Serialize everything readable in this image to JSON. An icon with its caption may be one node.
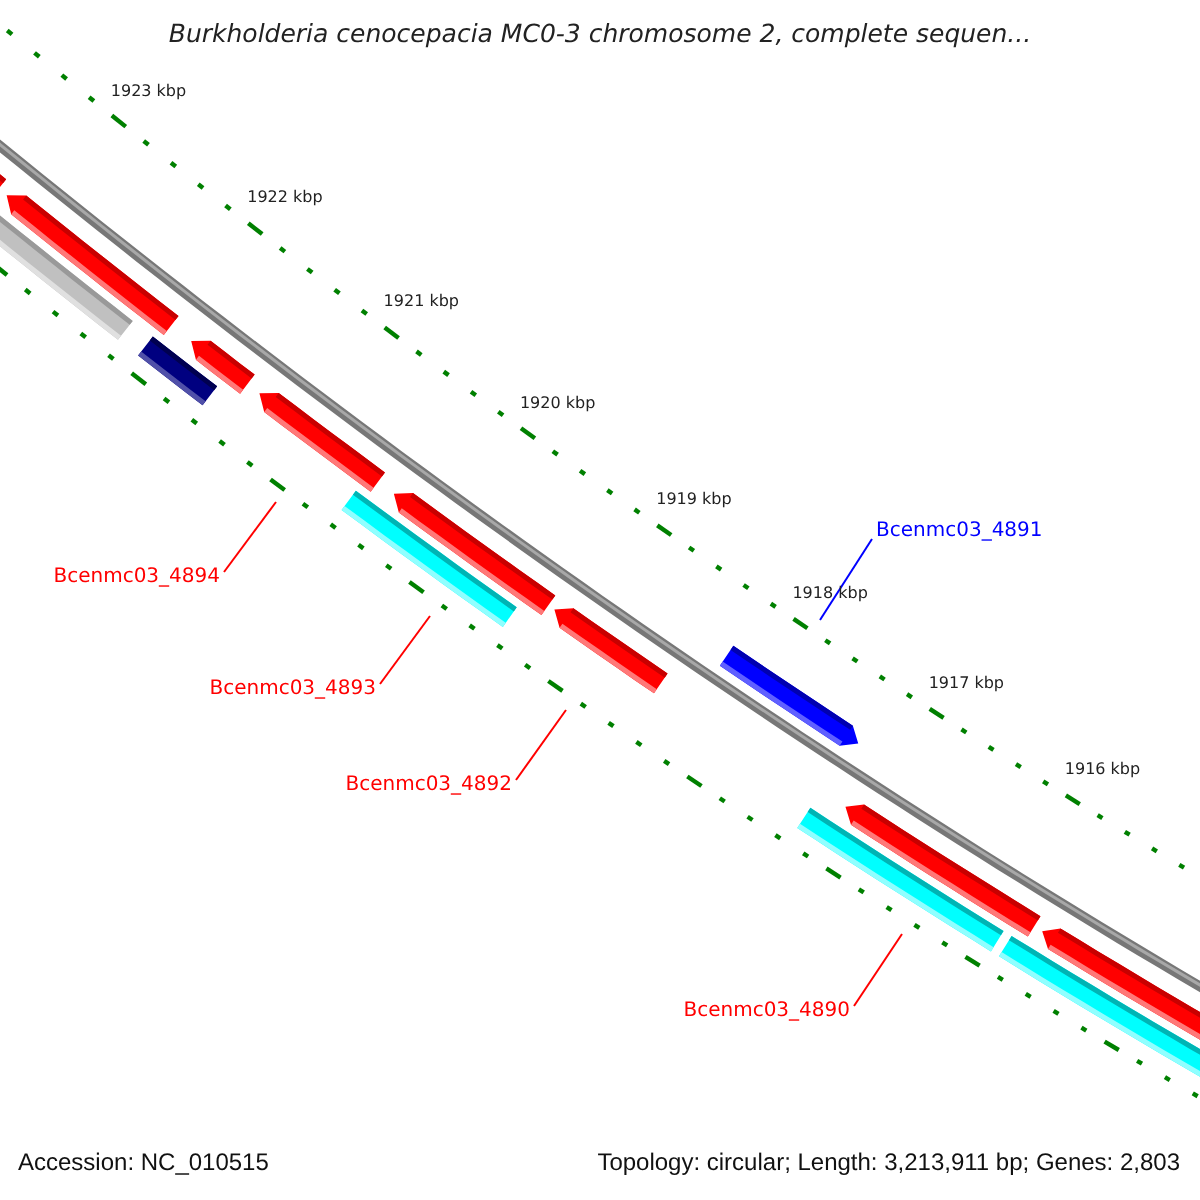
{
  "diagram": {
    "title": "Burkholderia cenocepacia MC0-3 chromosome 2, complete sequen...",
    "nodes": [
      {
        "text": [
          "Bcenmc03_4891"
        ]
      },
      {
        "text": [
          "Bcenmc03_4894"
        ]
      },
      {
        "text": [
          "Bcenmc03_4893"
        ]
      },
      {
        "text": [
          "Bcenmc03_4892"
        ]
      },
      {
        "text": [
          "Bcenmc03_4890"
        ]
      }
    ],
    "edges": [
      {
        "from": 0,
        "to": null,
        "arrow": "none",
        "color": "#0000ff"
      },
      {
        "from": 1,
        "to": null,
        "arrow": "none"
      },
      {
        "from": 2,
        "to": null,
        "arrow": "none"
      },
      {
        "from": 3,
        "to": null,
        "arrow": "none"
      },
      {
        "from": 4,
        "to": null,
        "arrow": "none"
      }
    ],
    "labels": [
      "1923 kbp",
      "1922 kbp",
      "1921 kbp",
      "1920 kbp",
      "1919 kbp",
      "1918 kbp",
      "1917 kbp",
      "1916 kbp",
      "Accession: NC_010515",
      "Topology: circular; Length: 3,213,911 bp; Genes: 2,803"
    ]
  }
}
